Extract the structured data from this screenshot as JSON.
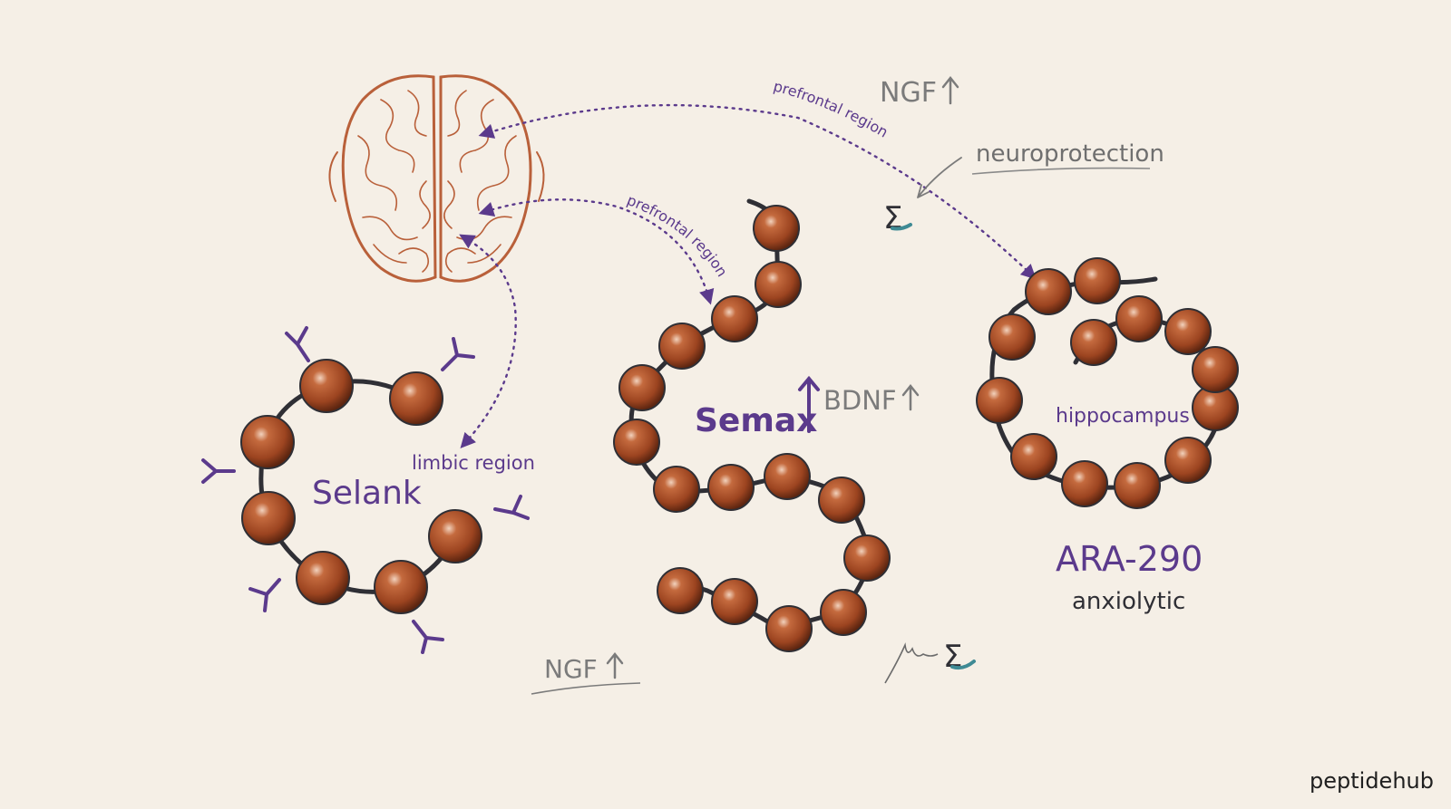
{
  "colors": {
    "background": "#f5efe6",
    "purple": "#5b3a8c",
    "bead": "#a64b24",
    "bead_dark": "#6e2d12",
    "ink": "#2f2f35",
    "brain": "#b9603a",
    "gray_text": "#7b7b7b",
    "teal": "#3f8a94"
  },
  "icons": [
    "brain-icon",
    "sigma-icon",
    "receptor-icon",
    "arrow-up-icon"
  ],
  "labels": {
    "prefrontal_top": "prefrontal region",
    "prefrontal_mid": "prefrontal region",
    "limbic": "limbic region",
    "neuroprotection": "neuroprotection",
    "ngf_top": "NGF",
    "ngf_bottom": "NGF",
    "bdnf": "BDNF",
    "hippocampus": "hippocampus",
    "anxiolytic": "anxiolytic",
    "sigma": "Σ",
    "brand": "peptidehub"
  },
  "peptides": {
    "selank": "Selank",
    "semax": "Semax",
    "ara290": "ARA-290"
  }
}
